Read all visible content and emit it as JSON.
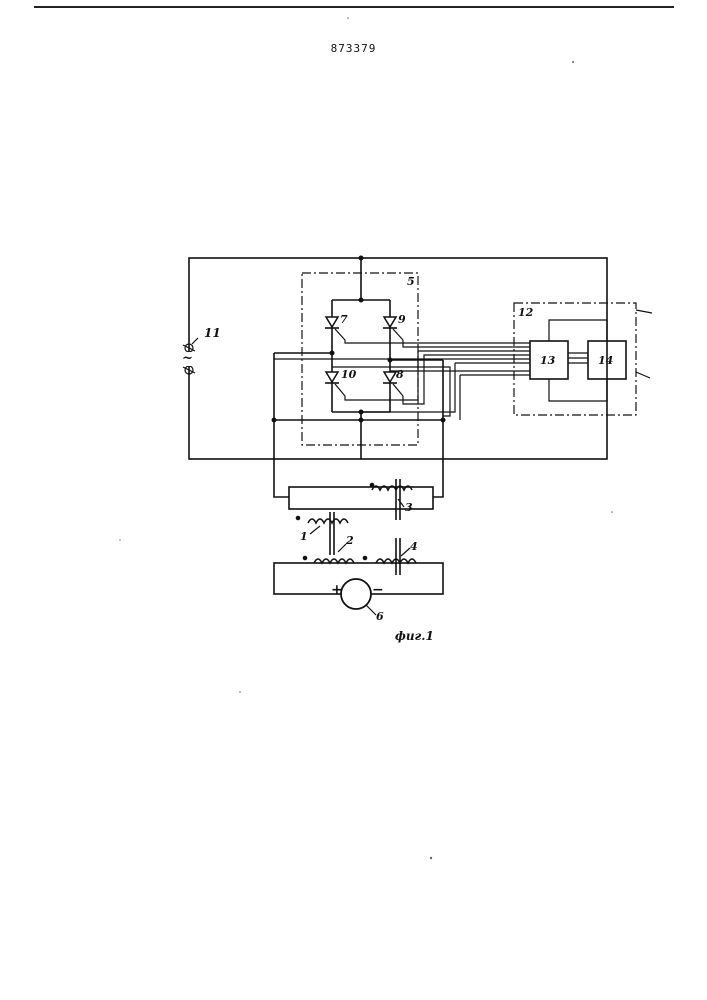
{
  "document": {
    "patent_number": "873379",
    "figure_caption": "фиг.1"
  },
  "labels": {
    "n1": "1",
    "n2": "2",
    "n3": "3",
    "n4": "4",
    "n5": "5",
    "n6": "6",
    "n7": "7",
    "n8": "8",
    "n9": "9",
    "n10": "10",
    "n11": "11",
    "n12": "12",
    "n13": "13",
    "n14": "14"
  },
  "symbols": {
    "ac_source": "~",
    "plus": "+",
    "minus": "−"
  }
}
